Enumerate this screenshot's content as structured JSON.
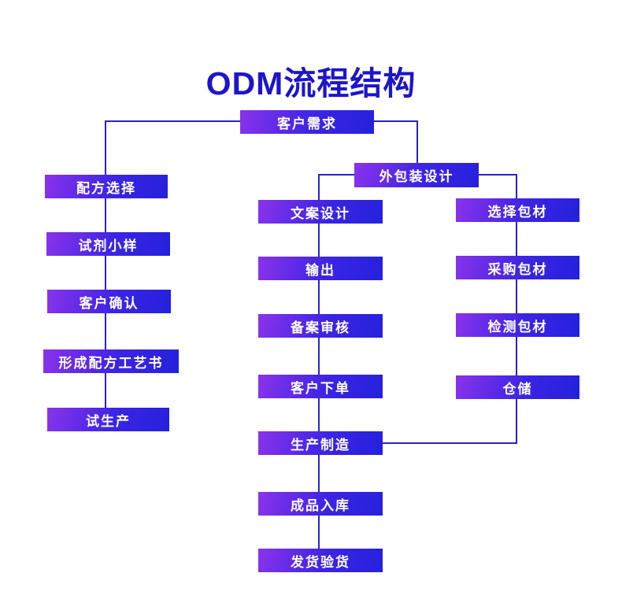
{
  "title": "ODM流程结构",
  "nodes": {
    "customer_demand": "客户需求",
    "formula_selection": "配方选择",
    "reagent_sample": "试剂小样",
    "customer_confirm": "客户确认",
    "formula_process_book": "形成配方工艺书",
    "trial_production": "试生产",
    "packaging_design": "外包装设计",
    "copy_design": "文案设计",
    "output": "输出",
    "record_review": "备案审核",
    "customer_order": "客户下单",
    "production": "生产制造",
    "finished_storage": "成品入库",
    "shipping_inspection": "发货验货",
    "select_packaging": "选择包材",
    "purchase_packaging": "采购包材",
    "test_packaging": "检测包材",
    "warehousing": "仓储"
  },
  "colors": {
    "accent_gradient_start": "#8a33eb",
    "accent_gradient_mid": "#3c24e4",
    "accent_gradient_end": "#2421dc",
    "line_color": "#2a22cd",
    "title_color": "#1d15cb",
    "node_text_color": "#ffffff",
    "page_bg": "#ffffff"
  }
}
